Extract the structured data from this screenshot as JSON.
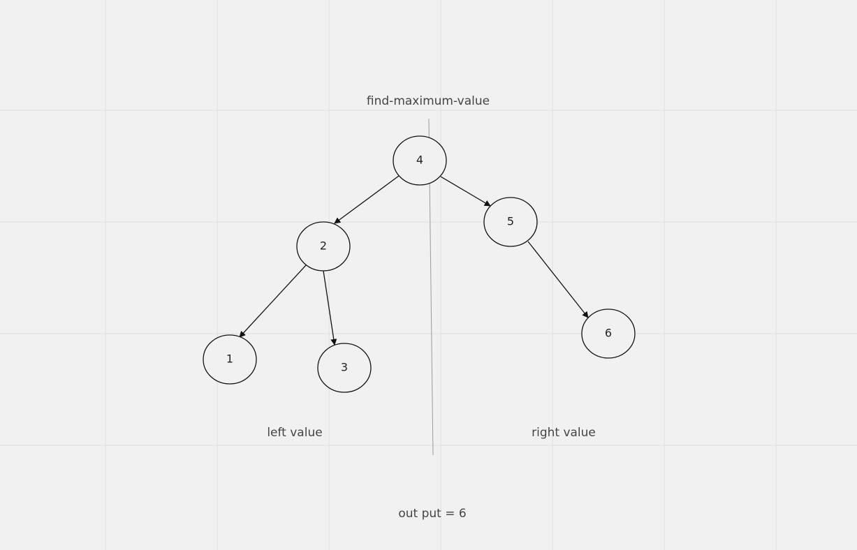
{
  "title": "find-maximum-value",
  "left_label": "left value",
  "right_label": "right value",
  "output_label": "out put = 6",
  "colors": {
    "background": "#f1f1f1",
    "grid": "#e0e0e0",
    "stroke": "#111111",
    "text": "#444444"
  },
  "tree": {
    "nodes": [
      {
        "id": "n4",
        "label": "4"
      },
      {
        "id": "n2",
        "label": "2"
      },
      {
        "id": "n5",
        "label": "5"
      },
      {
        "id": "n1",
        "label": "1"
      },
      {
        "id": "n3",
        "label": "3"
      },
      {
        "id": "n6",
        "label": "6"
      }
    ],
    "edges": [
      {
        "from": "n4",
        "to": "n2"
      },
      {
        "from": "n4",
        "to": "n5"
      },
      {
        "from": "n2",
        "to": "n1"
      },
      {
        "from": "n2",
        "to": "n3"
      },
      {
        "from": "n5",
        "to": "n6"
      }
    ]
  }
}
